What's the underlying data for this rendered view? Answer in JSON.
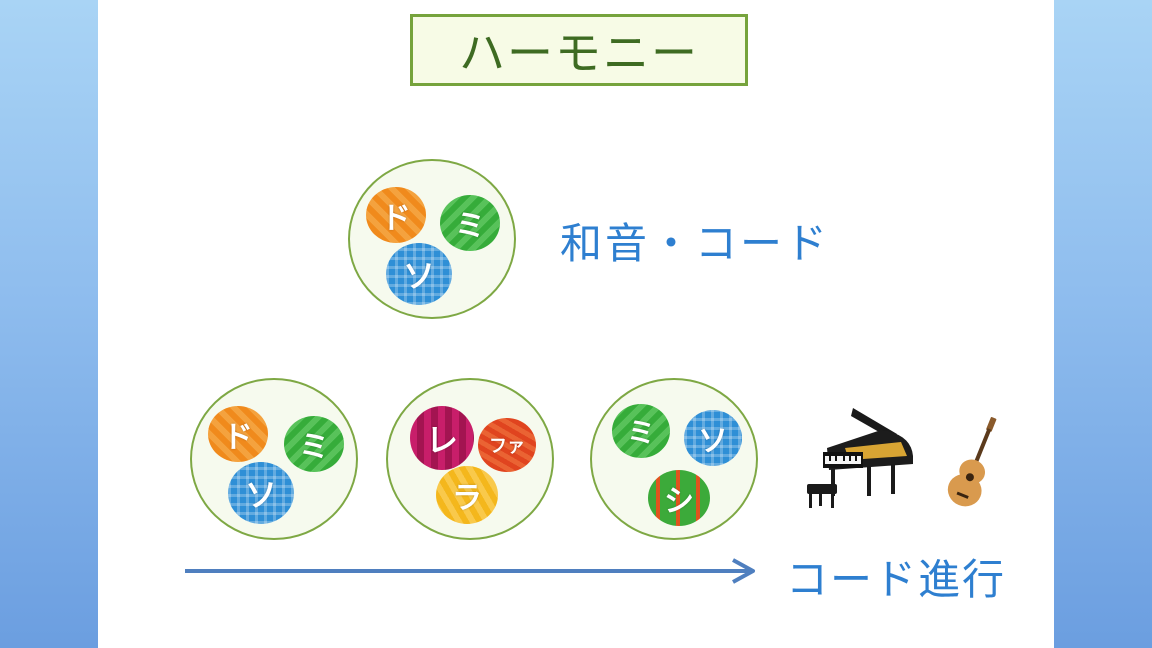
{
  "title": "ハーモニー",
  "chord_label": "和音・コード",
  "progression_label": "コード進行",
  "top_group": {
    "notes": [
      {
        "label": "ド",
        "color": "orange"
      },
      {
        "label": "ミ",
        "color": "green"
      },
      {
        "label": "ソ",
        "color": "blue"
      }
    ]
  },
  "progression_groups": [
    {
      "notes": [
        {
          "label": "ド",
          "color": "orange"
        },
        {
          "label": "ミ",
          "color": "green"
        },
        {
          "label": "ソ",
          "color": "blue"
        }
      ]
    },
    {
      "notes": [
        {
          "label": "レ",
          "color": "magenta"
        },
        {
          "label": "ファ",
          "color": "redorange"
        },
        {
          "label": "ラ",
          "color": "yellow"
        }
      ]
    },
    {
      "notes": [
        {
          "label": "ミ",
          "color": "green"
        },
        {
          "label": "ソ",
          "color": "blue"
        },
        {
          "label": "シ",
          "color": "greenstripe"
        }
      ]
    }
  ],
  "icons": {
    "piano": "grand-piano-icon",
    "guitar": "acoustic-guitar-icon"
  },
  "colors": {
    "title_border": "#76a33c",
    "title_text": "#3e6b22",
    "label_text": "#2e7fd0",
    "arrow": "#4f7fbf",
    "group_border": "#7ea844"
  }
}
